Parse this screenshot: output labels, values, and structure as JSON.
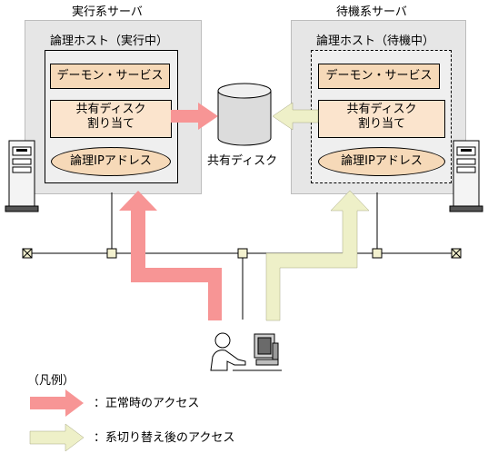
{
  "active_server": {
    "title": "実行系サーバ",
    "host_label": "論理ホスト（実行中）",
    "daemon": "デーモン・サービス",
    "disk_assign": [
      "共有ディスク",
      "割り当て"
    ],
    "logical_ip": "論理IPアドレス"
  },
  "standby_server": {
    "title": "待機系サーバ",
    "host_label": "論理ホスト（待機中）",
    "daemon": "デーモン・サービス",
    "disk_assign": [
      "共有ディスク",
      "割り当て"
    ],
    "logical_ip": "論理IPアドレス"
  },
  "shared_disk": {
    "label": "共有ディスク"
  },
  "legend": {
    "title": "（凡例）",
    "normal_access": "：正常時のアクセス",
    "failover_access": "：系切り替え後のアクセス"
  },
  "colors": {
    "normal_arrow": "#f79595",
    "failover_arrow": "#eef0c8",
    "server_bg": "#e6e6e6",
    "daemon_bg": "#f6d9b8",
    "node_fill": "#f3f1cf"
  }
}
